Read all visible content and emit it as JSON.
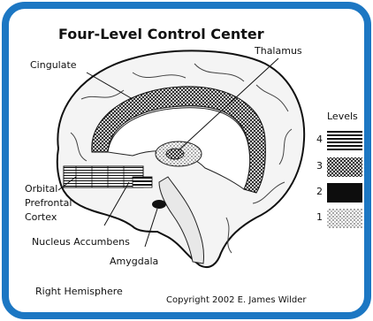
{
  "title": "Four-Level Control Center",
  "labels": {
    "cingulate": "Cingulate",
    "thalamus": "Thalamus",
    "orbital_prefrontal_cortex": [
      "Orbital",
      "Prefrontal",
      "Cortex"
    ],
    "nucleus_accumbens": "Nucleus Accumbens",
    "amygdala": "Amygdala",
    "hemisphere": "Right Hemisphere"
  },
  "legend": {
    "heading": "Levels",
    "levels": [
      {
        "number": "4",
        "pattern": "horizontal-lines"
      },
      {
        "number": "3",
        "pattern": "fine-crosshatch"
      },
      {
        "number": "2",
        "pattern": "solid-black"
      },
      {
        "number": "1",
        "pattern": "light-stipple"
      }
    ]
  },
  "copyright": "Copyright 2002 E. James Wilder",
  "colors": {
    "frame_border": "#1c77c3",
    "background": "#ffffff",
    "ink": "#111111"
  }
}
